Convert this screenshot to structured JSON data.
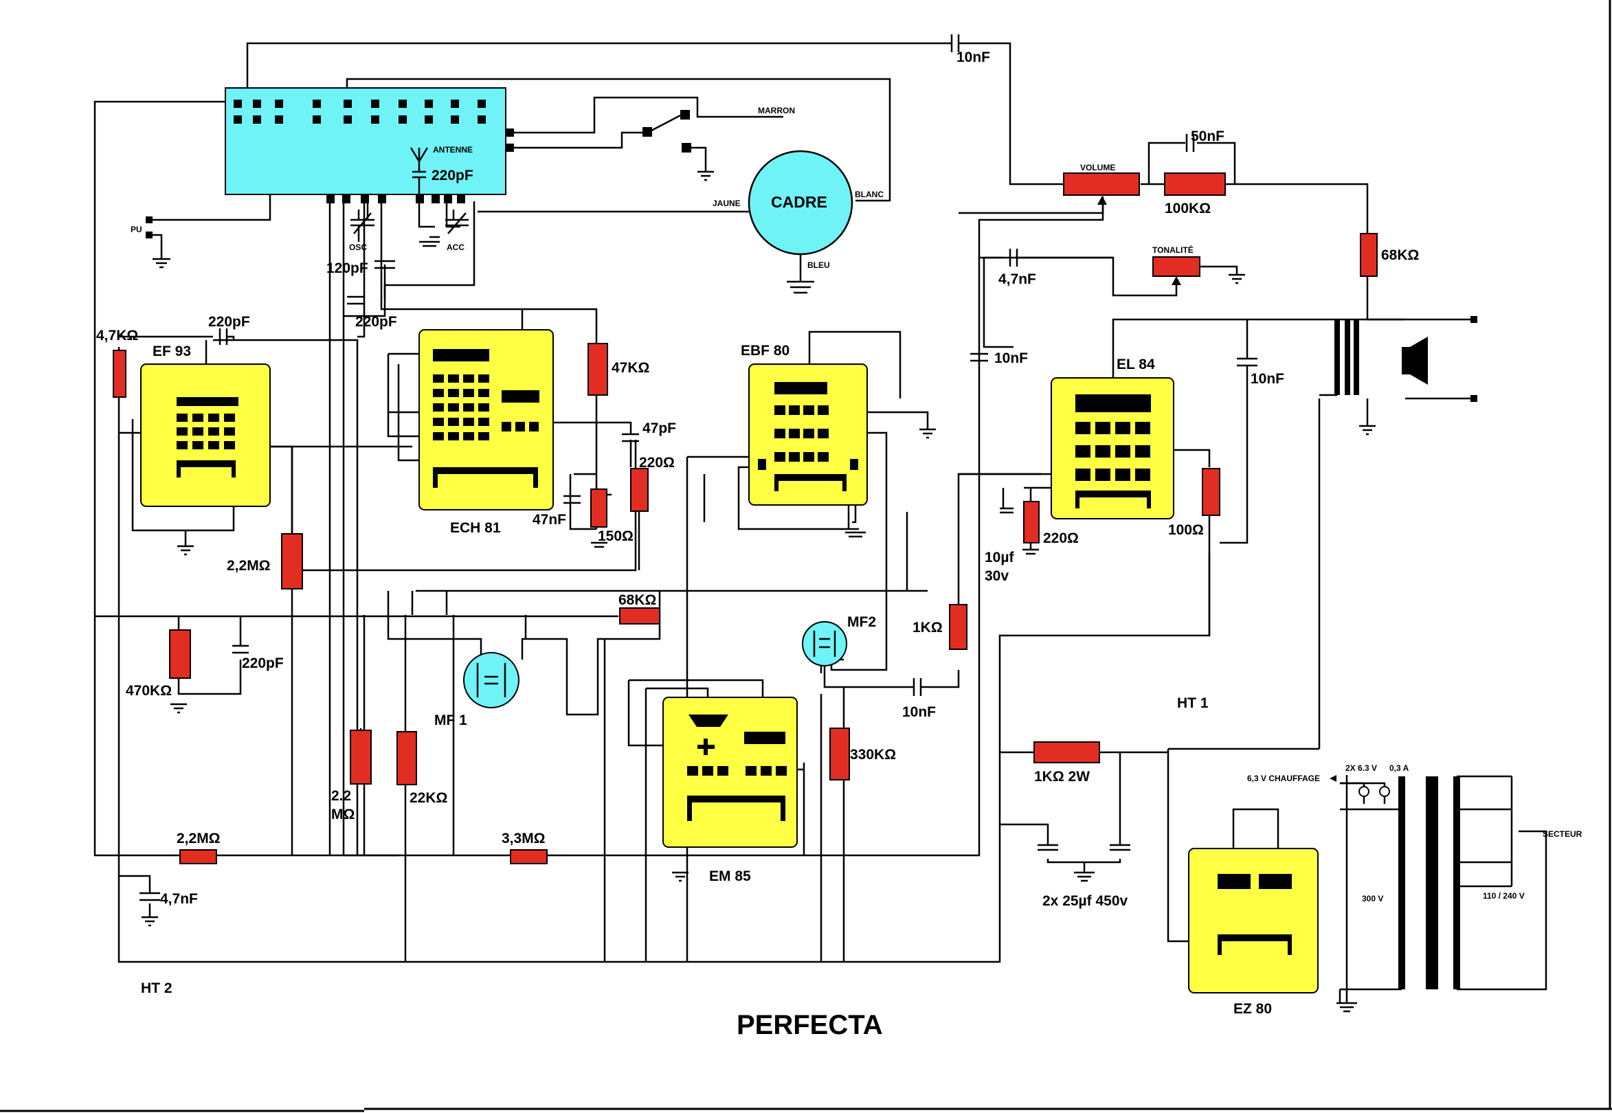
{
  "title": "PERFECTA",
  "tubes": {
    "ef93": "EF 93",
    "ech81": "ECH 81",
    "ebf80": "EBF 80",
    "el84": "EL 84",
    "em85": "EM 85",
    "ez80": "EZ 80"
  },
  "transformers_if": {
    "mf1": "MF 1",
    "mf2": "MF2"
  },
  "tuner": {
    "antenne": "ANTENNE",
    "cap": "220pF",
    "osc": "OSC",
    "acc": "ACC",
    "pu": "PU"
  },
  "frame_antenna": {
    "label": "CADRE",
    "marron": "MARRON",
    "jaune": "JAUNE",
    "blanc": "BLANC",
    "bleu": "BLEU"
  },
  "controls": {
    "volume": "VOLUME",
    "tonalite": "TONALITÉ"
  },
  "components": {
    "c_10nf_top": "10nF",
    "c_50nf": "50nF",
    "r_100k": "100KΩ",
    "r_68k_out": "68KΩ",
    "c_4_7nf_tone": "4,7nF",
    "c_10nf_left": "10nF",
    "c_10nf_right": "10nF",
    "r_4_7k": "4,7KΩ",
    "c_220pf_ef93": "220pF",
    "c_120pf": "120pF",
    "c_220pf_ech": "220pF",
    "r_47k": "47KΩ",
    "c_47pf": "47pF",
    "r_220_ech": "220Ω",
    "c_47nf": "47nF",
    "r_150": "150Ω",
    "r_2_2m_a": "2,2MΩ",
    "r_68k_mid": "68KΩ",
    "r_470k": "470KΩ",
    "c_220pf_low": "220pF",
    "r_2_2m_b_line1": "2.2",
    "r_2_2m_b_line2": "MΩ",
    "r_22k": "22KΩ",
    "r_2_2m_bottom": "2,2MΩ",
    "r_3_3m": "3,3MΩ",
    "c_4_7nf_bottom": "4,7nF",
    "r_330k": "330KΩ",
    "r_1k": "1KΩ",
    "c_10nf_grid": "10nF",
    "r_220_el84": "220Ω",
    "c_10uf_line1": "10µf",
    "c_10uf_line2": "30v",
    "r_100": "100Ω",
    "r_1k_2w": "1KΩ 2W",
    "c_2x25uf": "2x 25µf 450v"
  },
  "supply": {
    "ht1": "HT 1",
    "ht2": "HT 2",
    "heater": "6,3 V CHAUFFAGE",
    "heater_spec_a": "2X 6.3 V",
    "heater_spec_b": "0,3 A",
    "secteur": "SECTEUR",
    "v300": "300 V",
    "mains": "110 / 240 V"
  }
}
